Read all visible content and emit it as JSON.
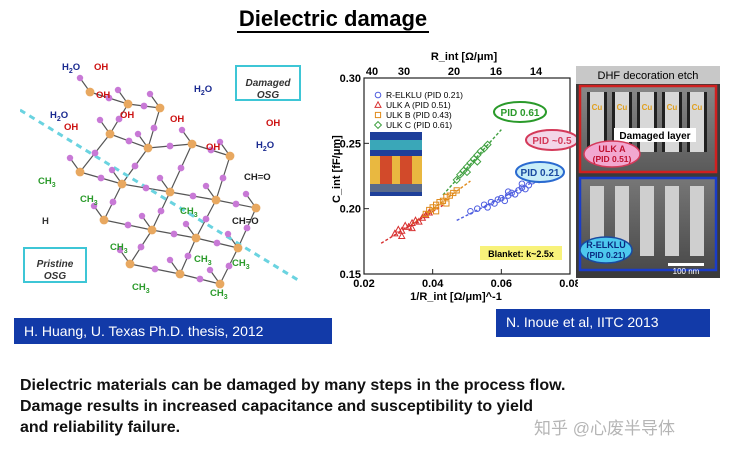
{
  "title": "Dielectric damage",
  "left_figure": {
    "label_damaged": "Damaged OSG",
    "label_pristine": "Pristine OSG",
    "chem_labels": [
      "H2O",
      "OH",
      "H2O",
      "OH",
      "OH",
      "H2O",
      "OH",
      "OH",
      "OH",
      "H2O",
      "OH",
      "CH3",
      "CH3",
      "CH=O",
      "CH3",
      "CH3",
      "CH=O",
      "CH3",
      "CH3",
      "H",
      "CH3",
      "CH3"
    ]
  },
  "caption_left": "H. Huang, U. Texas Ph.D. thesis,  2012",
  "chart": {
    "ylabel": "C_int [fF/μm]",
    "xlabel": "1/R_int [Ω/μm]^-1",
    "top_axis_label": "R_int [Ω/μm]",
    "top_ticks": [
      "40",
      "30",
      "20",
      "16",
      "14"
    ],
    "y_ticks": [
      "0.30",
      "0.25",
      "0.20",
      "0.15"
    ],
    "x_ticks": [
      "0.02",
      "0.04",
      "0.06",
      "0.08"
    ],
    "legend": [
      "R-ELKLU (PID 0.21)",
      "ULK A  (PID 0.51)",
      "ULK B  (PID 0.43)",
      "ULK C  (PID 0.61)"
    ],
    "callouts": {
      "pid061": "PID 0.61",
      "pid05": "PID ~0.5",
      "pid021": "PID 0.21"
    },
    "blanket": "Blanket: k~2.5x"
  },
  "chart_data": {
    "type": "scatter",
    "xlabel": "1/R_int [Ω/μm]^-1",
    "ylabel": "C_int [fF/μm]",
    "xlim": [
      0.02,
      0.08
    ],
    "ylim": [
      0.15,
      0.3
    ],
    "series": [
      {
        "name": "R-ELKLU (PID 0.21)",
        "color": "#4f5ee0",
        "x": [
          0.051,
          0.053,
          0.055,
          0.057,
          0.058,
          0.059,
          0.06,
          0.061,
          0.062,
          0.063,
          0.064,
          0.065,
          0.066,
          0.067,
          0.068,
          0.069,
          0.07,
          0.071,
          0.072,
          0.056,
          0.062,
          0.066
        ],
        "y": [
          0.198,
          0.2,
          0.203,
          0.205,
          0.204,
          0.207,
          0.208,
          0.206,
          0.21,
          0.212,
          0.211,
          0.214,
          0.216,
          0.215,
          0.218,
          0.221,
          0.223,
          0.222,
          0.226,
          0.201,
          0.213,
          0.219
        ]
      },
      {
        "name": "ULK A  (PID 0.51)",
        "color": "#d83030",
        "x": [
          0.029,
          0.03,
          0.031,
          0.032,
          0.033,
          0.034,
          0.035,
          0.036,
          0.037,
          0.038,
          0.039,
          0.031,
          0.034
        ],
        "y": [
          0.181,
          0.184,
          0.183,
          0.187,
          0.186,
          0.189,
          0.191,
          0.19,
          0.193,
          0.195,
          0.197,
          0.179,
          0.185
        ]
      },
      {
        "name": "ULK B  (PID 0.43)",
        "color": "#e08a1a",
        "x": [
          0.038,
          0.039,
          0.04,
          0.041,
          0.042,
          0.043,
          0.044,
          0.045,
          0.046,
          0.047,
          0.041,
          0.044
        ],
        "y": [
          0.196,
          0.199,
          0.201,
          0.203,
          0.205,
          0.206,
          0.209,
          0.21,
          0.212,
          0.214,
          0.198,
          0.204
        ]
      },
      {
        "name": "ULK C  (PID 0.61)",
        "color": "#3fa040",
        "x": [
          0.047,
          0.048,
          0.049,
          0.05,
          0.051,
          0.052,
          0.053,
          0.054,
          0.055,
          0.056,
          0.05,
          0.053
        ],
        "y": [
          0.222,
          0.226,
          0.229,
          0.232,
          0.235,
          0.238,
          0.241,
          0.244,
          0.246,
          0.249,
          0.228,
          0.236
        ]
      }
    ]
  },
  "caption_right": "N. Inoue et al,  IITC 2013",
  "tem": {
    "title": "DHF decoration etch",
    "cu_labels": [
      "Cu",
      "Cu",
      "Cu",
      "Cu",
      "Cu"
    ],
    "damaged_layer": "Damaged layer",
    "ulka": [
      "ULK A",
      "(PID 0.51)"
    ],
    "relklu": [
      "R-ELKLU",
      "(PID 0.21)"
    ],
    "scale": "100 nm"
  },
  "body_text": [
    "Dielectric materials can be damaged by many steps in the process flow.",
    "Damage results in increased capacitance and susceptibility to yield",
    "and reliability failure."
  ],
  "watermark": "知乎 @心废半导体",
  "colors": {
    "caption_bg": "#123aa8",
    "osg_box": "#3ec6d6",
    "si": "#e8a860",
    "o": "#c879d6",
    "label_red": "#cc1111",
    "label_green": "#2a9a2a"
  }
}
